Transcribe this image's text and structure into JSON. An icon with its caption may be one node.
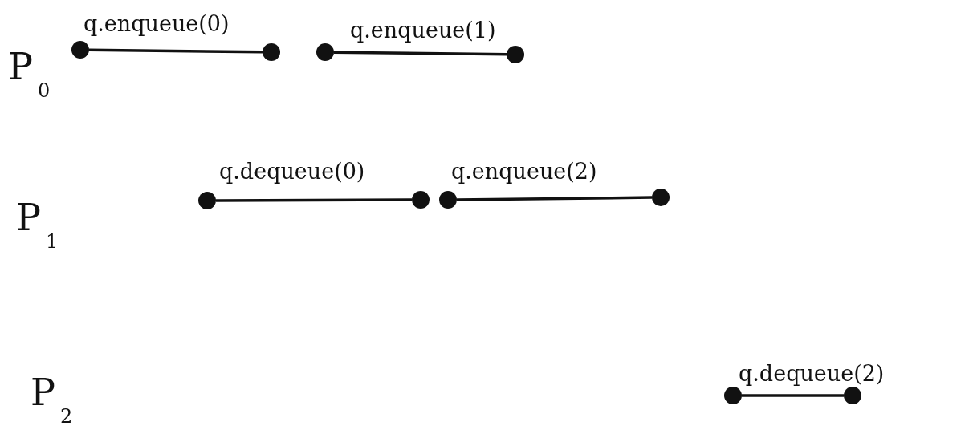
{
  "diagram": {
    "nodes": [
      {
        "text": [],
        "shape": "circle"
      },
      {
        "text": [],
        "shape": "circle"
      },
      {
        "text": [],
        "shape": "circle"
      },
      {
        "text": [],
        "shape": "circle"
      },
      {
        "text": [],
        "shape": "circle"
      },
      {
        "text": [],
        "shape": "circle"
      },
      {
        "text": [],
        "shape": "circle"
      },
      {
        "text": [],
        "shape": "circle"
      },
      {
        "text": [],
        "shape": "circle"
      },
      {
        "text": [],
        "shape": "circle"
      }
    ],
    "edges": [
      {
        "from": 0,
        "to": 1,
        "arrow": "none",
        "label": "q.enqueue(0)"
      },
      {
        "from": 2,
        "to": 3,
        "arrow": "none",
        "label": "q.enqueue(1)"
      },
      {
        "from": 4,
        "to": 5,
        "arrow": "none",
        "label": "q.dequeue(0)"
      },
      {
        "from": 6,
        "to": 7,
        "arrow": "none",
        "label": "q.enqueue(2)"
      },
      {
        "from": 8,
        "to": 9,
        "arrow": "none",
        "label": "q.dequeue(2)"
      }
    ],
    "labels": [
      "P$_{0}$",
      "P$_{1}$",
      "P$_{2}$"
    ]
  }
}
